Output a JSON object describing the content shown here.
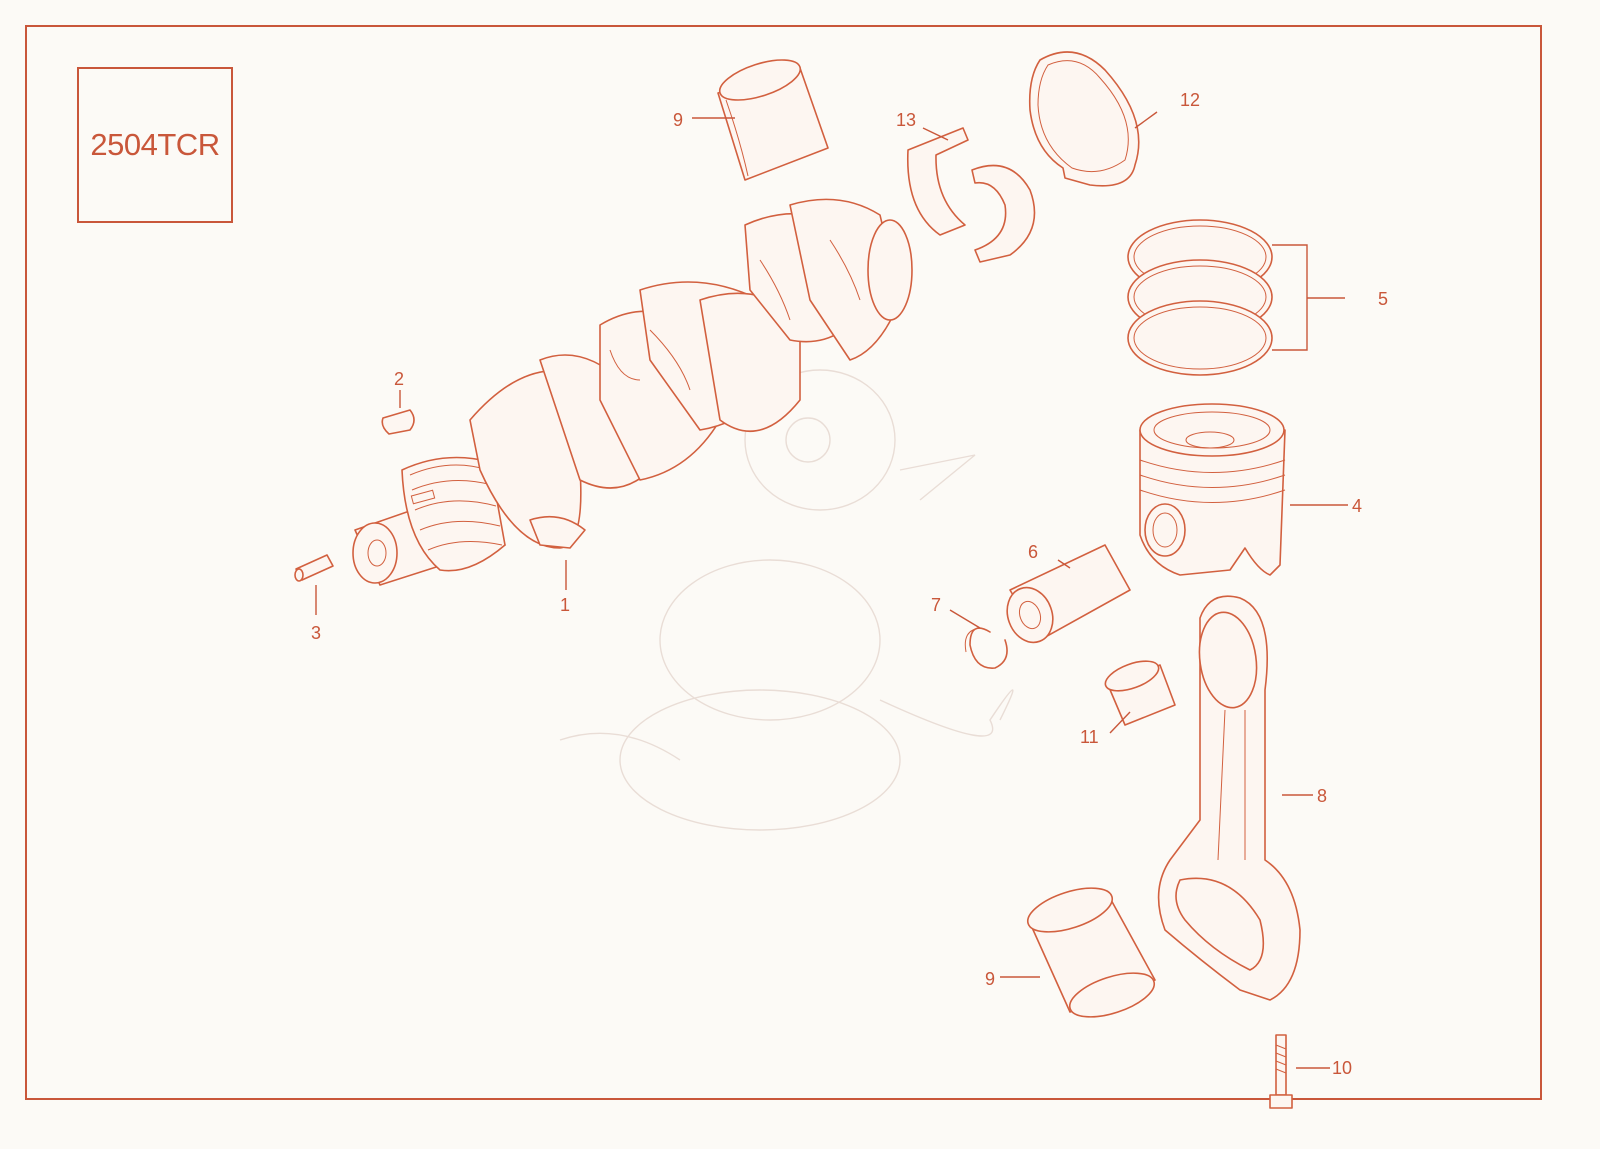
{
  "diagram": {
    "model_code": "2504TCR",
    "accent_color": "#c9573a",
    "callouts": [
      "1",
      "2",
      "3",
      "4",
      "5",
      "6",
      "7",
      "8",
      "9",
      "9",
      "10",
      "11",
      "12",
      "13"
    ],
    "parts": [
      {
        "callout": "1",
        "icon": "crankshaft-icon"
      },
      {
        "callout": "2",
        "icon": "woodruff-key-icon"
      },
      {
        "callout": "3",
        "icon": "dowel-pin-icon"
      },
      {
        "callout": "4",
        "icon": "piston-icon"
      },
      {
        "callout": "5",
        "icon": "piston-ring-set-icon"
      },
      {
        "callout": "6",
        "icon": "piston-pin-icon"
      },
      {
        "callout": "7",
        "icon": "circlip-icon"
      },
      {
        "callout": "8",
        "icon": "connecting-rod-icon"
      },
      {
        "callout": "9",
        "icon": "main-bearing-shell-icon"
      },
      {
        "callout": "10",
        "icon": "connecting-rod-bolt-icon"
      },
      {
        "callout": "11",
        "icon": "small-end-bush-icon"
      },
      {
        "callout": "12",
        "icon": "thrust-washer-icon"
      },
      {
        "callout": "13",
        "icon": "big-end-bearing-shell-icon"
      }
    ]
  }
}
